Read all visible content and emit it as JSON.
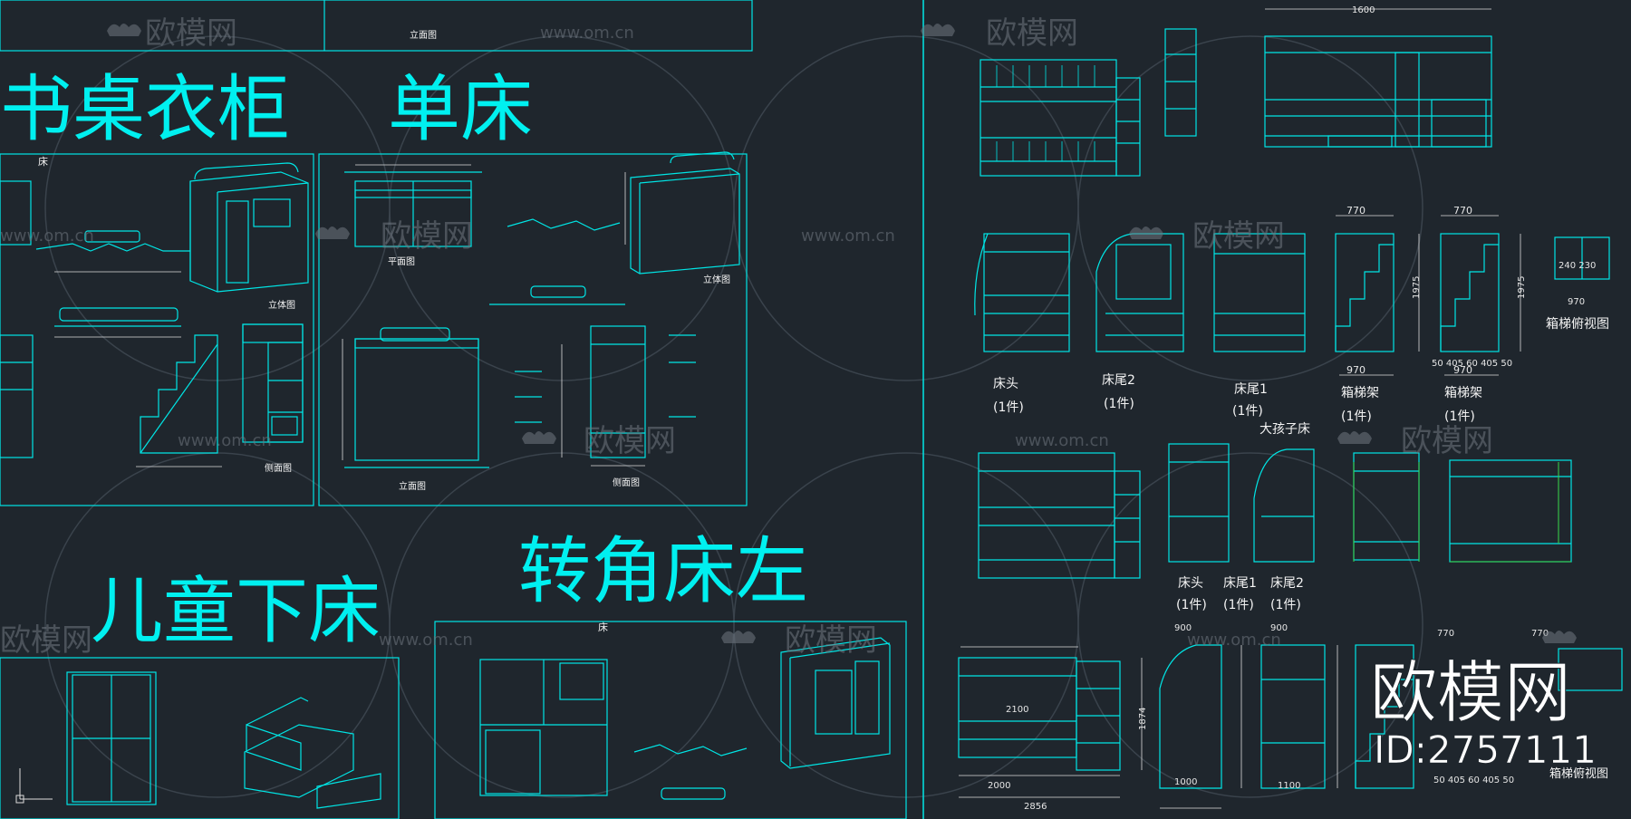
{
  "titles": {
    "desk_wardrobe": "书桌衣柜",
    "single_bed": "单床",
    "kids_lower_bed": "儿童下床",
    "corner_bed_left": "转角床左"
  },
  "labels": {
    "bed_head": "床头",
    "bed_tail_1": "床尾1",
    "bed_tail_2": "床尾2",
    "ladder_frame": "箱梯架",
    "ladder_top_view": "箱梯俯视图",
    "one_piece": "(1件)",
    "big_kids_bed": "大孩子床",
    "front_view": "立面图",
    "side_view": "侧面图",
    "plan_view": "平面图",
    "iso_view": "立体图",
    "bed": "床"
  },
  "dims": {
    "d770": "770",
    "d1975": "1975",
    "d970": "970",
    "d2100": "2100",
    "d2000": "2000",
    "d2856": "2856",
    "d900": "900",
    "d1100": "1100",
    "d1000": "1000",
    "d50_405": "50 405 60 405 50",
    "d240_230": "240 230",
    "d1600": "1600",
    "d1874": "1874"
  },
  "watermark": {
    "text": "欧模网",
    "url": "www.om.cn"
  },
  "brand": {
    "name": "欧模网",
    "id": "ID:2757111"
  },
  "colors": {
    "background": "#1f262d",
    "line": "#00e5e5",
    "title": "#00f0f0",
    "label": "#f4f4f4"
  }
}
